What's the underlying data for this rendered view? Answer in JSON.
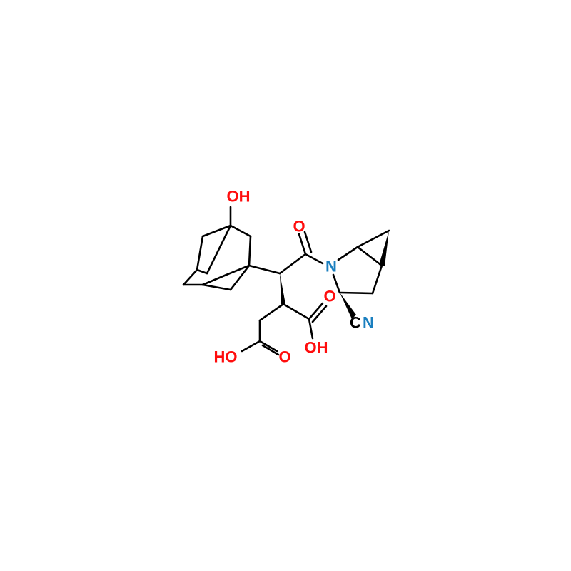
{
  "molecule": {
    "labels": {
      "oh_top": "OH",
      "o_ketone": "O",
      "n_ring": "N",
      "o_acid_right": "O",
      "oh_acid_right": "OH",
      "cn_c": "C",
      "cn_n": "N",
      "ho_left": "HO",
      "o_acid_left": "O"
    },
    "colors": {
      "oxygen": "#ff0d0d",
      "nitrogen": "#1a7fbf",
      "carbon": "#000000",
      "bond": "#000000"
    }
  }
}
